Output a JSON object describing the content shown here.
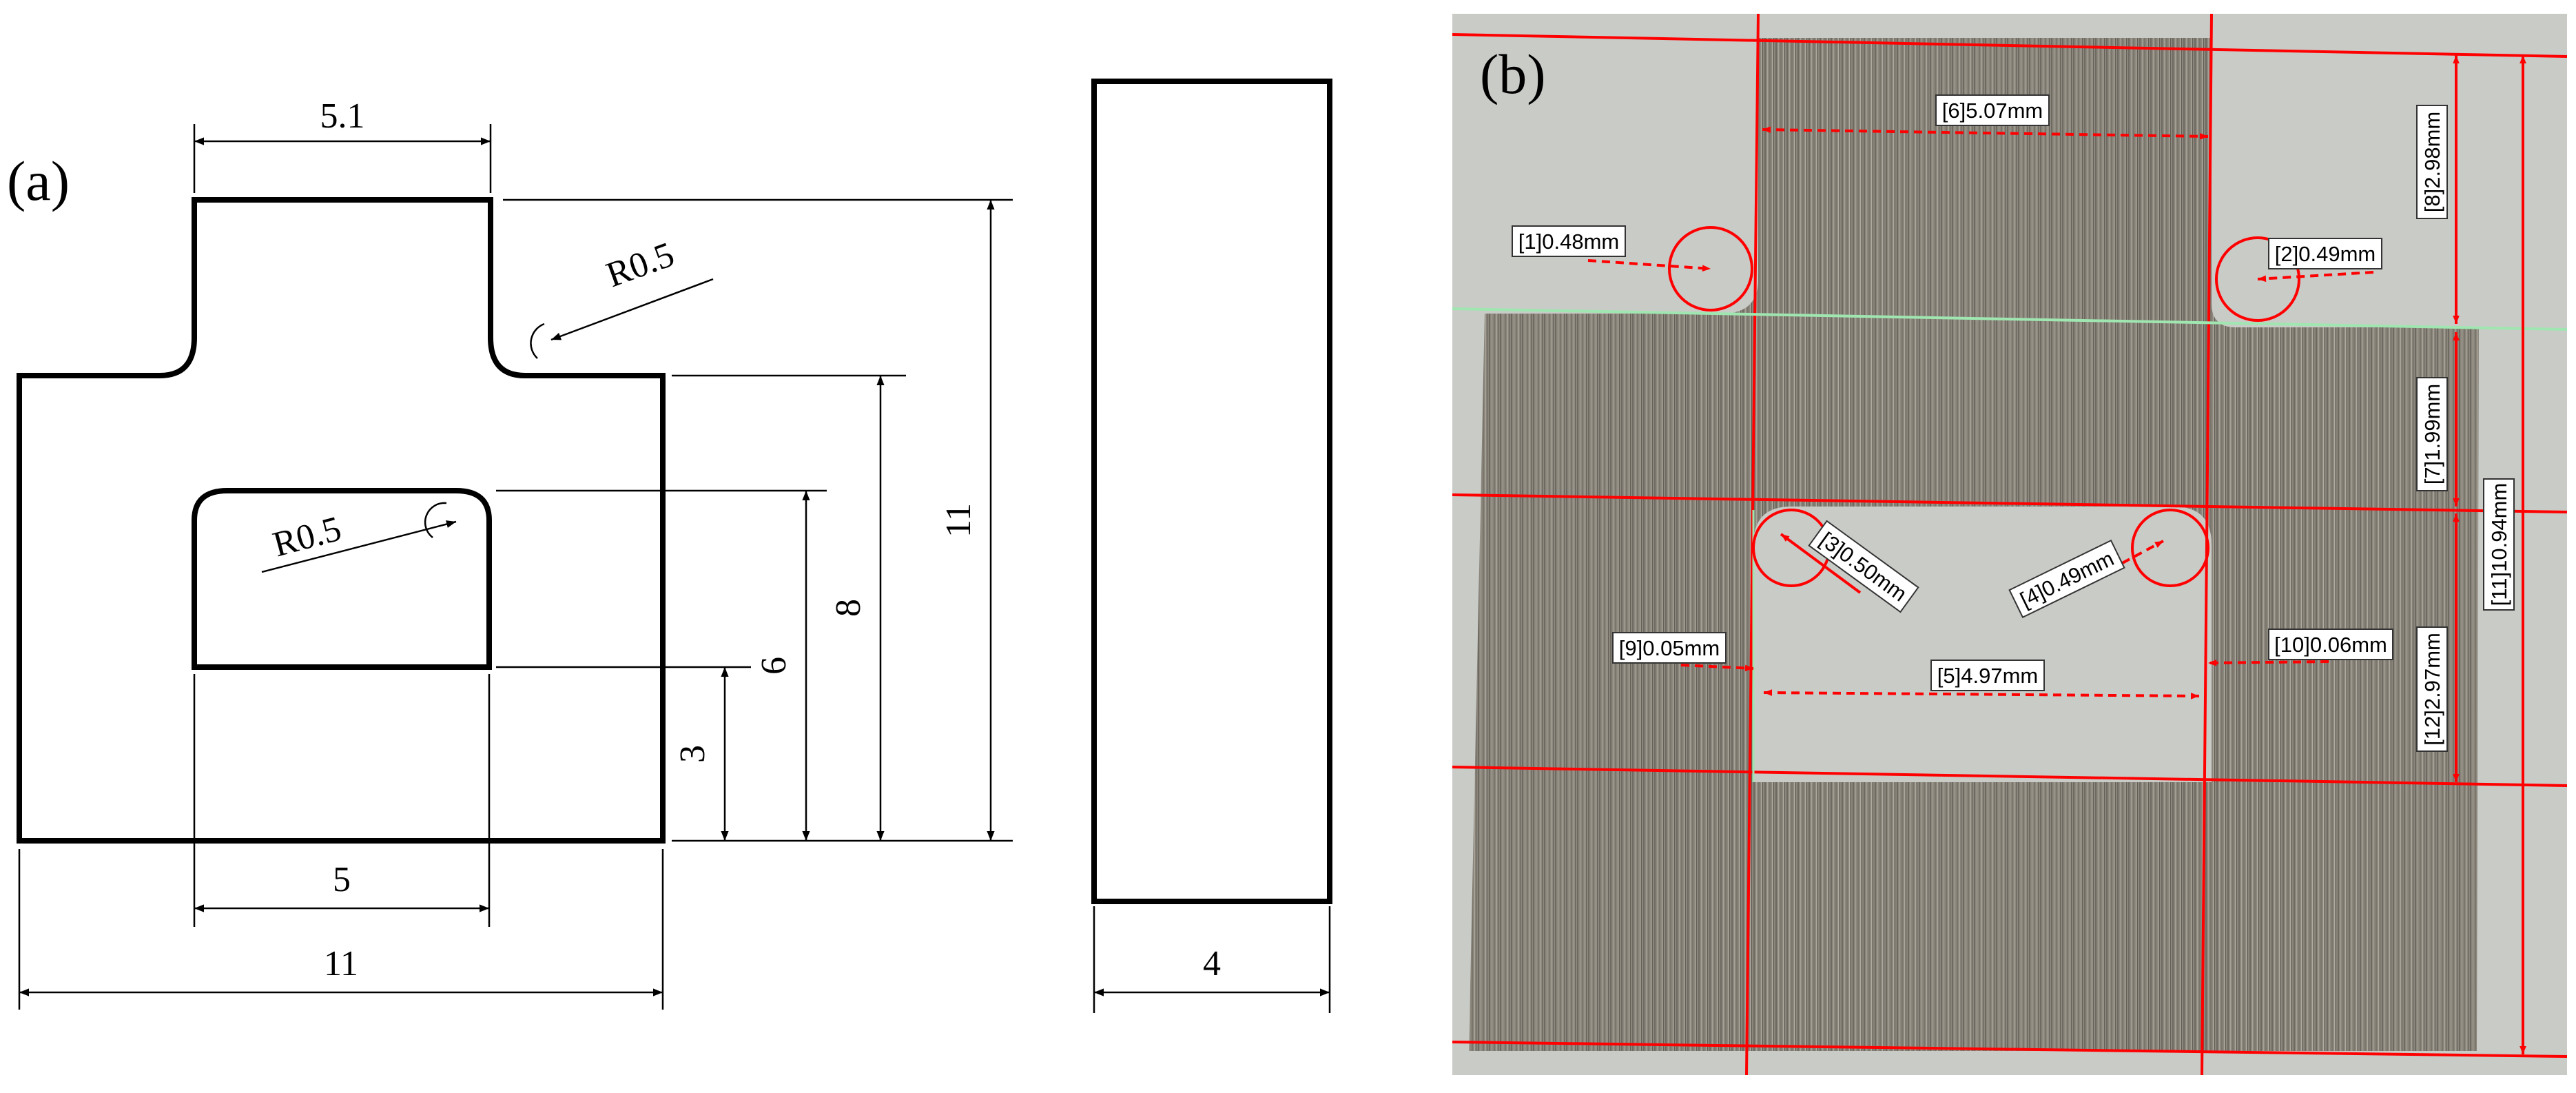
{
  "panel_a": {
    "label": "(a)",
    "dims": {
      "top_width": "5.1",
      "corner_radius_outer": "R0.5",
      "corner_radius_inner": "R0.5",
      "hole_width": "5",
      "total_width": "11",
      "height_3": "3",
      "height_6": "6",
      "height_8": "8",
      "height_11": "11",
      "thickness": "4"
    }
  },
  "panel_b": {
    "label": "(b)",
    "measurements": [
      "[1]0.48mm",
      "[2]0.49mm",
      "[3]0.50mm",
      "[4]0.49mm",
      "[5]4.97mm",
      "[6]5.07mm",
      "[7]1.99mm",
      "[8]2.98mm",
      "[9]0.05mm",
      "[10]0.06mm",
      "[11]10.94mm",
      "[12]2.97mm"
    ]
  },
  "colors": {
    "measure_red": "#ff0000",
    "guide_green": "#9fe6b0",
    "metal_base": "#8c877d",
    "photo_bg": "#c9cbc7"
  }
}
